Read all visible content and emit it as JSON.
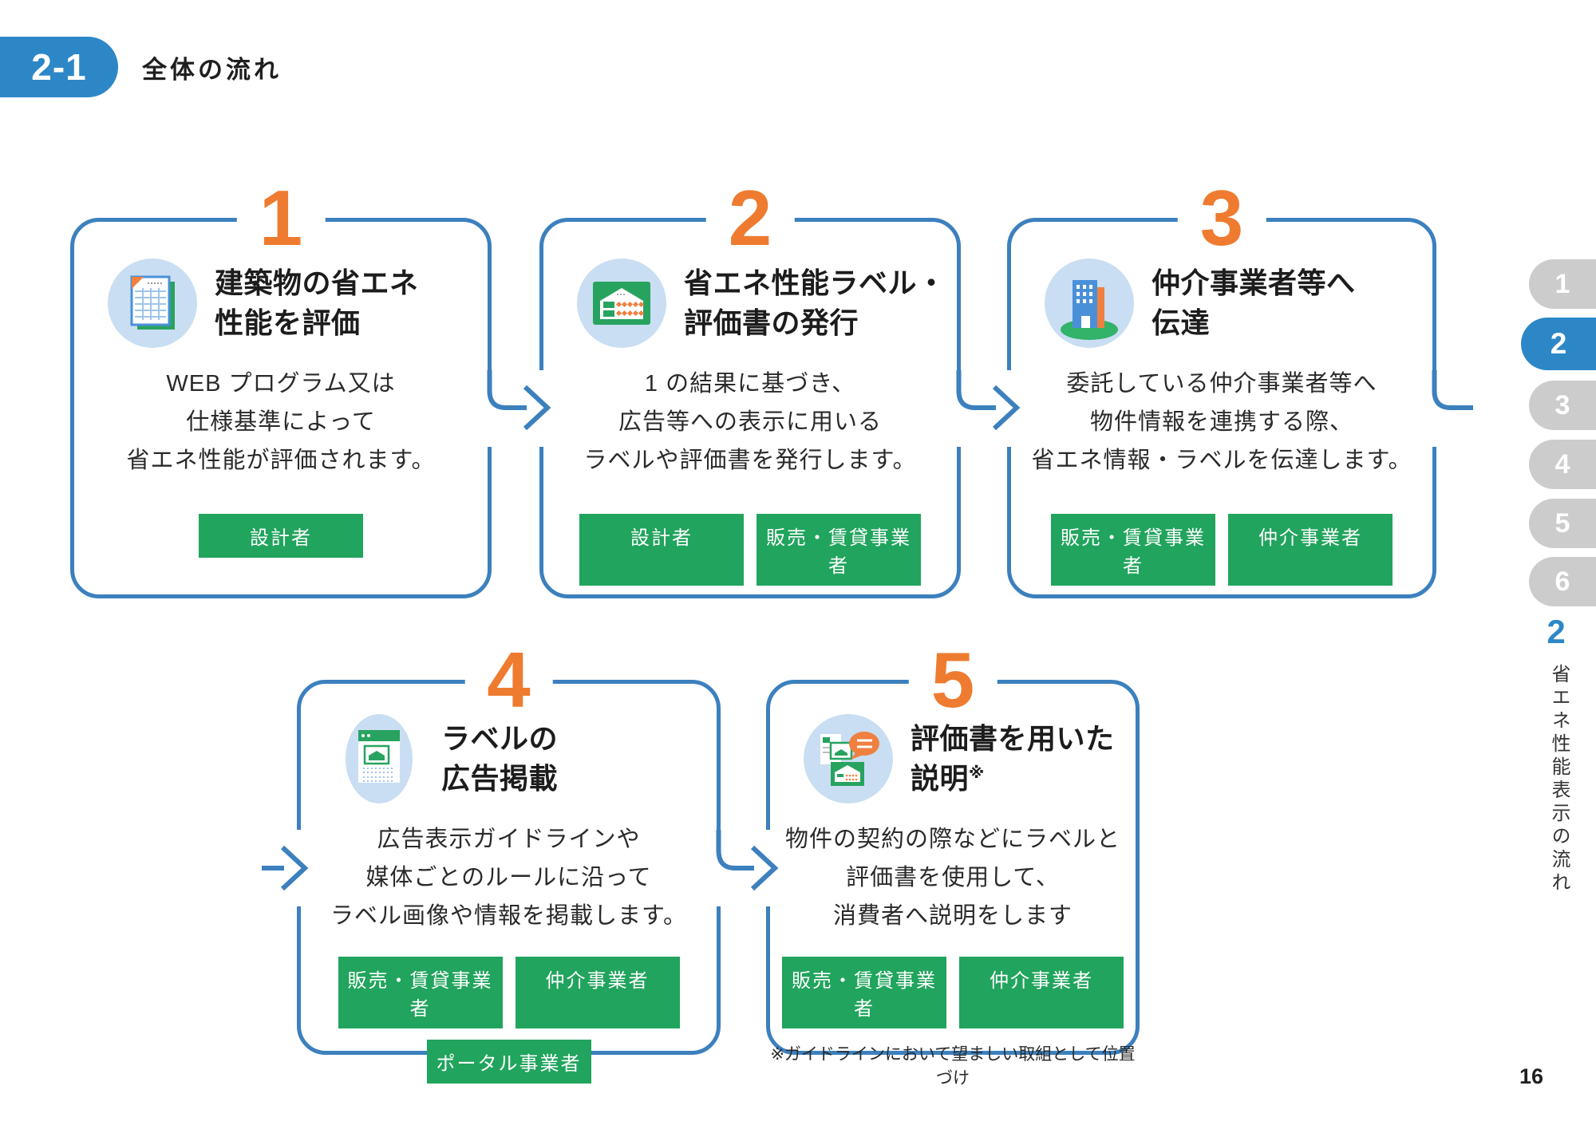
{
  "page": {
    "section_badge": "2-1",
    "section_title": "全体の流れ",
    "page_number": "16"
  },
  "sidebar": {
    "tabs": [
      {
        "label": "1",
        "active": false
      },
      {
        "label": "2",
        "active": true
      },
      {
        "label": "3",
        "active": false
      },
      {
        "label": "4",
        "active": false
      },
      {
        "label": "5",
        "active": false
      },
      {
        "label": "6",
        "active": false
      }
    ],
    "chapter_number": "2",
    "chapter_title": "省エネ性能表示の流れ"
  },
  "steps": [
    {
      "number": "1",
      "icon": "document-checklist-icon",
      "title_lines": [
        "建築物の省エネ",
        "性能を評価"
      ],
      "body_lines": [
        "WEB プログラム又は",
        "仕様基準によって",
        "省エネ性能が評価されます。"
      ],
      "tags": [
        "設計者"
      ]
    },
    {
      "number": "2",
      "icon": "energy-label-icon",
      "title_lines": [
        "省エネ性能ラベル・",
        "評価書の発行"
      ],
      "body_lines": [
        "1 の結果に基づき、",
        "広告等への表示に用いる",
        "ラベルや評価書を発行します。"
      ],
      "tags": [
        "設計者",
        "販売・賃貸事業者"
      ]
    },
    {
      "number": "3",
      "icon": "building-icon",
      "title_lines": [
        "仲介事業者等へ",
        "伝達"
      ],
      "body_lines": [
        "委託している仲介事業者等へ",
        "物件情報を連携する際、",
        "省エネ情報・ラベルを伝達します。"
      ],
      "tags": [
        "販売・賃貸事業者",
        "仲介事業者"
      ]
    },
    {
      "number": "4",
      "icon": "ad-browser-icon",
      "title_lines": [
        "ラベルの",
        "広告掲載"
      ],
      "body_lines": [
        "広告表示ガイドラインや",
        "媒体ごとのルールに沿って",
        "ラベル画像や情報を掲載します。"
      ],
      "tags": [
        "販売・賃貸事業者",
        "仲介事業者",
        "ポータル事業者"
      ]
    },
    {
      "number": "5",
      "icon": "explanation-documents-icon",
      "title_lines": [
        "評価書を用いた",
        "説明"
      ],
      "title_superscript": "※",
      "body_lines": [
        "物件の契約の際などにラベルと",
        "評価書を使用して、",
        "消費者へ説明をします"
      ],
      "tags": [
        "販売・賃貸事業者",
        "仲介事業者"
      ],
      "note": "※ガイドラインにおいて望ましい取組として位置づけ"
    }
  ],
  "colors": {
    "accent_blue": "#2d87c7",
    "border_blue": "#3c80be",
    "number_orange": "#ee7b30",
    "tag_green": "#21a45d",
    "icon_circle_blue": "#c9def2",
    "inactive_tab_gray": "#cccccc"
  }
}
